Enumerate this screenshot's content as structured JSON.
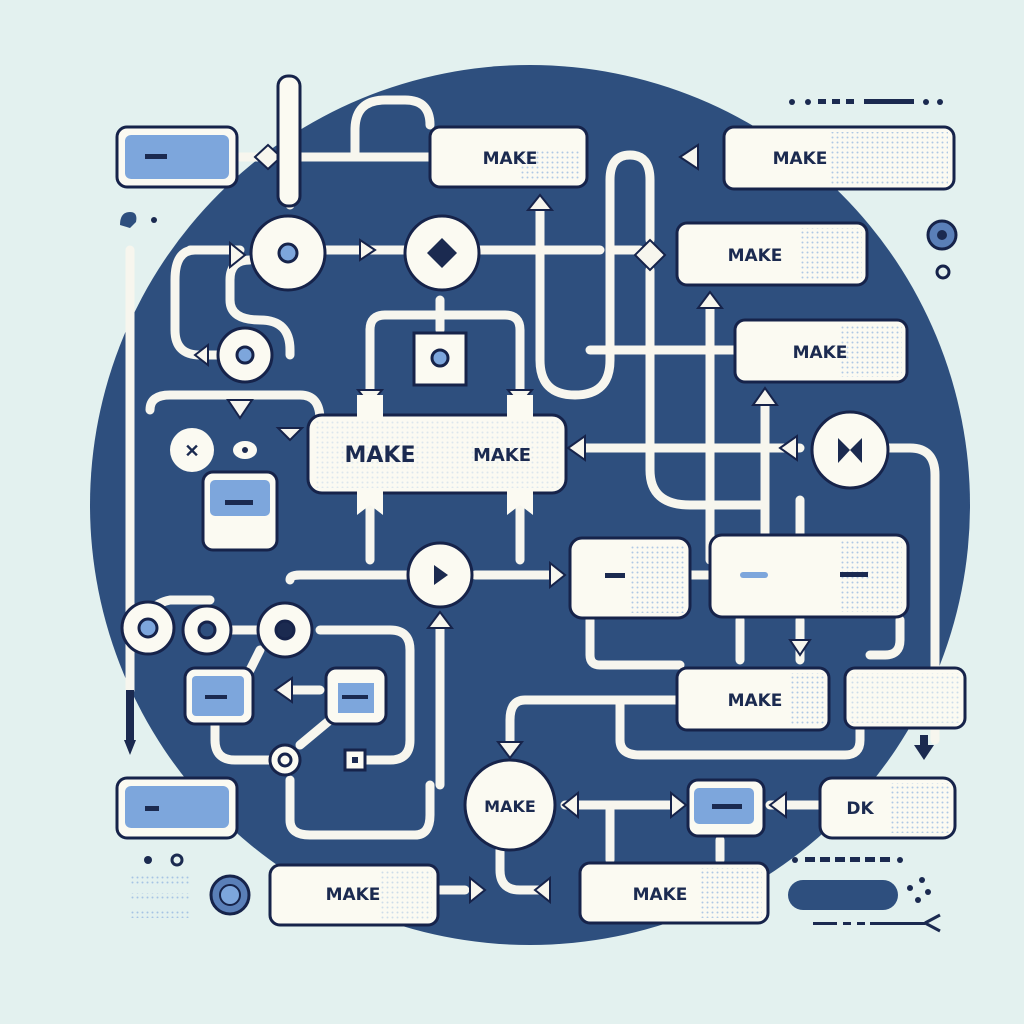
{
  "diagram": {
    "title": "",
    "colors": {
      "background": "#e3f1ef",
      "disc": "#2e4f7e",
      "node_fill": "#fbfaf2",
      "outline": "#16234a",
      "accent": "#7da6dc",
      "dark": "#1b2a50"
    },
    "nodes": {
      "top_left_field": {
        "label": ""
      },
      "make_top_center": {
        "label": "MAKE"
      },
      "make_top_right": {
        "label": "MAKE"
      },
      "make_right_1": {
        "label": "MAKE"
      },
      "make_right_2": {
        "label": "MAKE"
      },
      "make_center_left": {
        "label": "MAKE"
      },
      "make_center_right": {
        "label": "MAKE"
      },
      "mid_box_left": {
        "label": ""
      },
      "mid_box_right": {
        "label": ""
      },
      "make_lower_right": {
        "label": "MAKE"
      },
      "lower_right_field": {
        "label": ""
      },
      "make_circle": {
        "label": "MAKE"
      },
      "ok_box": {
        "label": "DK"
      },
      "make_bottom_left": {
        "label": "MAKE"
      },
      "make_bottom_center": {
        "label": "MAKE"
      },
      "bottom_left_field": {
        "label": ""
      }
    },
    "icons": [
      "circle-dot",
      "diamond",
      "square-dot",
      "gear-x",
      "play",
      "bowtie",
      "gear"
    ]
  }
}
